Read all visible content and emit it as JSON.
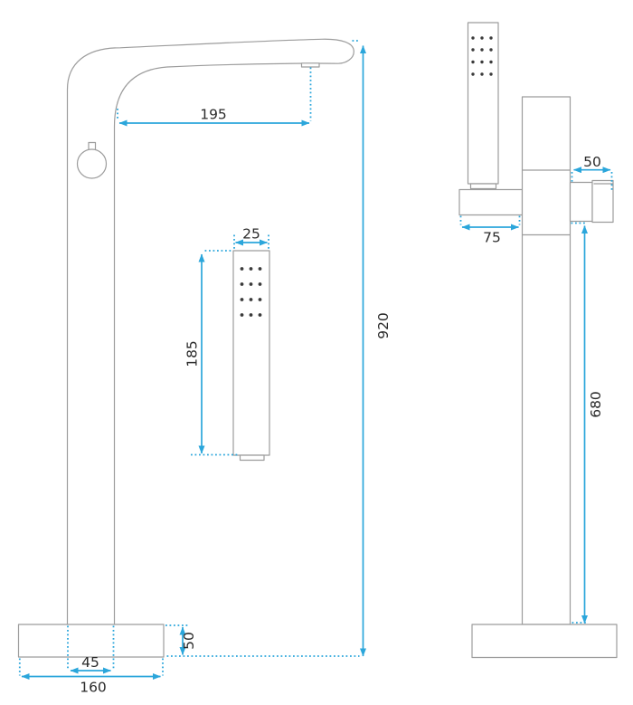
{
  "colors": {
    "outline": "#9c9c9c",
    "dimension": "#2ba6db",
    "label": "#2b2b2b",
    "holes": "#3b3b3b",
    "background": "#ffffff"
  },
  "dimensions": {
    "spout_reach": "195",
    "shower_width": "25",
    "shower_length": "185",
    "total_height": "920",
    "base_thickness": "50",
    "column_width": "45",
    "base_width": "160",
    "handle_depth": "50",
    "holder_reach": "75",
    "column_height": "680"
  }
}
